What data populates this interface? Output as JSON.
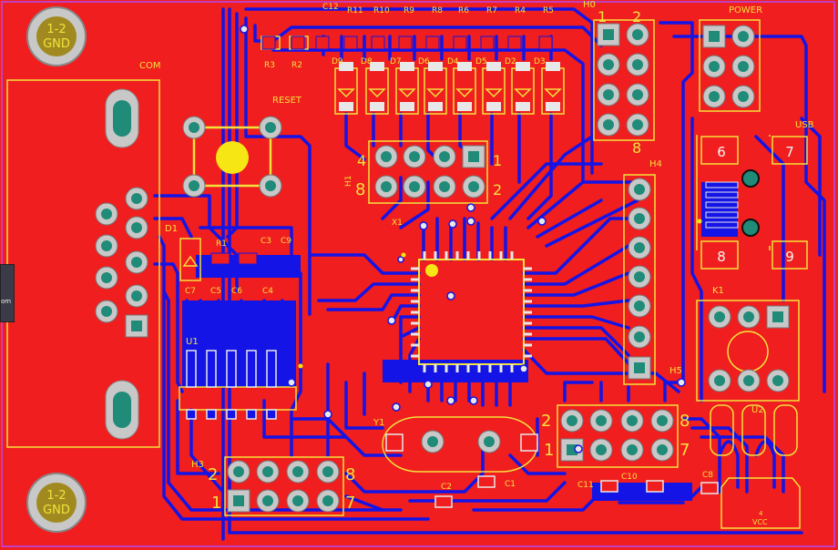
{
  "board": {
    "copper_color": "#f01e1e",
    "trace_color": "#1414e6",
    "silk_color": "#f2e23c",
    "pad_color": "#c8c8c8",
    "via_color": "#2aa198"
  },
  "mount_holes": [
    {
      "id": "top-left",
      "net_top": "1-2",
      "net_bottom": "GND"
    },
    {
      "id": "bottom-left",
      "net_top": "1-2",
      "net_bottom": "GND"
    }
  ],
  "labels": {
    "com": "COM",
    "reset": "RESET",
    "power": "POWER",
    "usb": "USB",
    "h0": "H0",
    "h1": "H1",
    "h3": "H3",
    "h4": "H4",
    "h5": "H5",
    "k1": "K1",
    "u1": "U1",
    "u2": "U2",
    "x1": "X1",
    "y1": "Y1",
    "d1": "D1",
    "vcc": "VCC",
    "vcc_pin": "4"
  },
  "resistors_top": [
    "R11",
    "R10",
    "R9",
    "R8",
    "R6",
    "R7",
    "R4",
    "R5"
  ],
  "c12": "C12",
  "r3": "R3",
  "r2": "R2",
  "r1": "R1",
  "diodes": [
    "D9",
    "D8",
    "D7",
    "D6",
    "D4",
    "D5",
    "D2",
    "D3"
  ],
  "caps": {
    "c3": "C3",
    "c9": "C9",
    "c7": "C7",
    "c5": "C5",
    "c6": "C6",
    "c4": "C4",
    "c2": "C2",
    "c1": "C1",
    "c11": "C11",
    "c10": "C10",
    "c8": "C8"
  },
  "pin_numbers": {
    "h0_top_left": "1",
    "h0_top_right": "2",
    "h0_bottom": "8",
    "h1_left_top": "4",
    "h1_right_top": "1",
    "h1_left_bottom": "8",
    "h1_right_bottom": "2",
    "h3_top_left": "2",
    "h3_top_right": "8",
    "h3_bottom_left": "1",
    "h3_bottom_right": "7",
    "h5_top_left": "2",
    "h5_top_right": "8",
    "h5_bottom_left": "1",
    "h5_bottom_right": "7",
    "usb_6": "6",
    "usb_7": "7",
    "usb_8": "8",
    "usb_9": "9"
  },
  "side_tab_text": "om"
}
